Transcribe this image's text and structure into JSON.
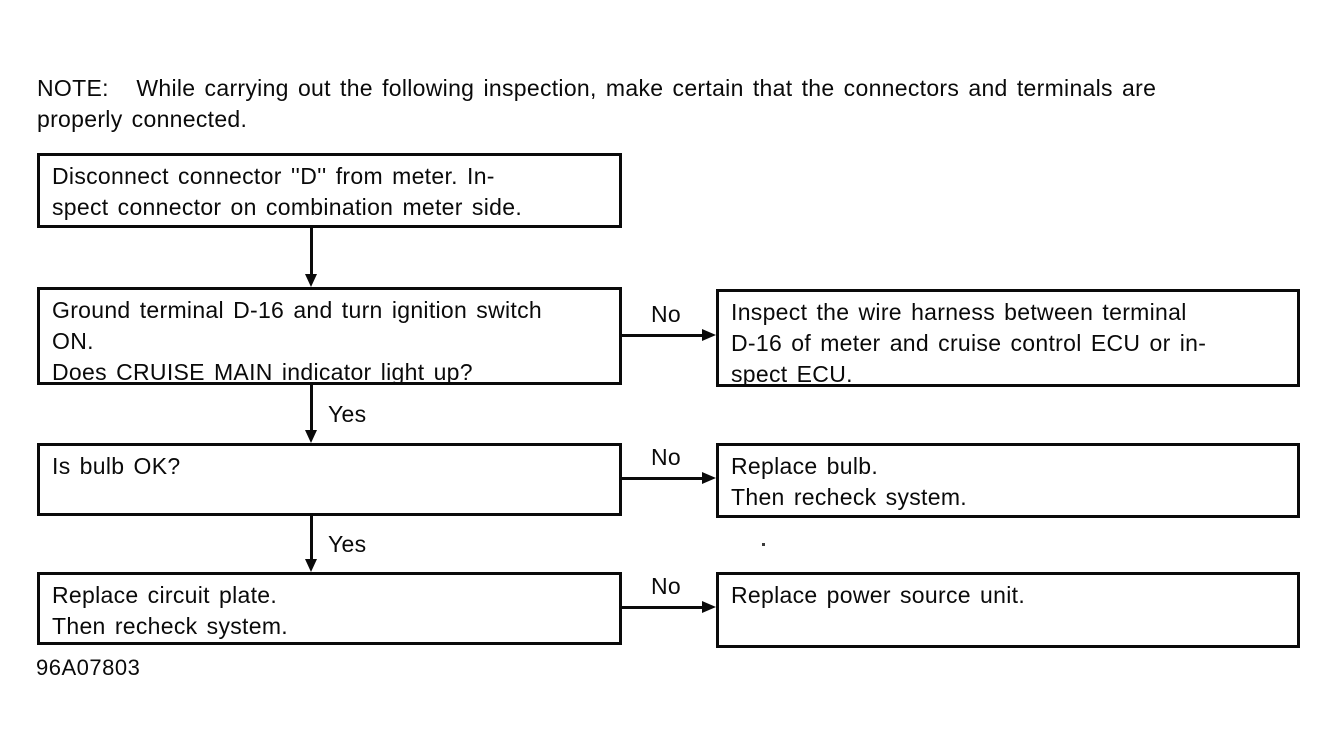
{
  "page": {
    "background_color": "#ffffff",
    "ink_color": "#0a0a0a"
  },
  "note": {
    "line1": "NOTE:   While carrying out the following inspection, make certain that the connectors and terminals are",
    "line2": "properly connected."
  },
  "flowchart": {
    "nodes": [
      {
        "id": "step-1",
        "lines": [
          "Disconnect connector ''D'' from meter. In-",
          "spect connector on combination meter side."
        ]
      },
      {
        "id": "step-2",
        "lines": [
          "Ground terminal D-16 and turn ignition switch",
          "ON.",
          "Does CRUISE MAIN indicator light up?"
        ]
      },
      {
        "id": "step-3",
        "lines": [
          "Is bulb OK?"
        ]
      },
      {
        "id": "step-4",
        "lines": [
          "Replace circuit plate.",
          "Then recheck system."
        ]
      },
      {
        "id": "result-1",
        "lines": [
          "Inspect the wire harness between terminal",
          "D-16 of meter and cruise control ECU or in-",
          "spect ECU."
        ]
      },
      {
        "id": "result-2",
        "lines": [
          "Replace bulb.",
          "Then recheck system."
        ]
      },
      {
        "id": "result-3",
        "lines": [
          "Replace power source unit."
        ]
      }
    ],
    "connectors": [
      {
        "from": "step-1",
        "to": "step-2",
        "direction": "down",
        "label": ""
      },
      {
        "from": "step-2",
        "to": "result-1",
        "direction": "right",
        "label": "No"
      },
      {
        "from": "step-2",
        "to": "step-3",
        "direction": "down",
        "label": "Yes"
      },
      {
        "from": "step-3",
        "to": "result-2",
        "direction": "right",
        "label": "No"
      },
      {
        "from": "step-3",
        "to": "step-4",
        "direction": "down",
        "label": "Yes"
      },
      {
        "from": "step-4",
        "to": "result-3",
        "direction": "right",
        "label": "No"
      }
    ]
  },
  "figure_id": "96A07803"
}
